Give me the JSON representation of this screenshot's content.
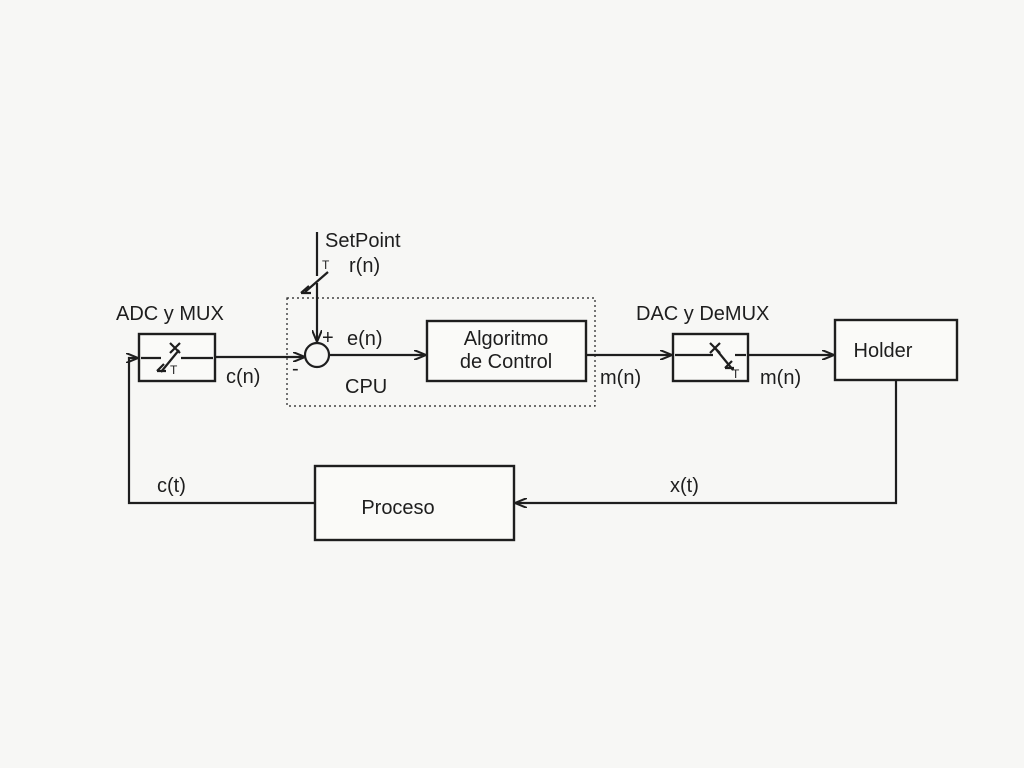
{
  "blocks": {
    "algorithm_line1": "Algoritmo",
    "algorithm_line2": "de Control",
    "holder": "Holder",
    "process": "Proceso"
  },
  "labels": {
    "setpoint": "SetPoint",
    "r_n": "r(n)",
    "adc_mux": "ADC y MUX",
    "dac_demux": "DAC y DeMUX",
    "e_n": "e(n)",
    "c_n": "c(n)",
    "m_n_left": "m(n)",
    "m_n_right": "m(n)",
    "cpu": "CPU",
    "c_t": "c(t)",
    "x_t": "x(t)",
    "plus": "+",
    "minus": "-",
    "sampler_T_setpoint": "T",
    "sampler_T_adc": "T",
    "sampler_T_dac": "T"
  },
  "colors": {
    "ink": "#1e1e1e",
    "paper": "#f7f7f5"
  }
}
